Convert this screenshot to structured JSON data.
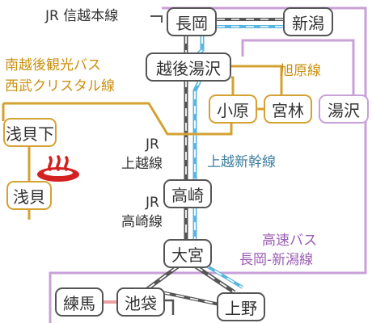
{
  "colors": {
    "jr_line": "#555555",
    "shinkansen": "#5ab6e0",
    "bus_nanetsu": "#d4a233",
    "bus_asahi": "#d4a233",
    "bus_express": "#c9a0d8",
    "link_pink": "#f0a0a0",
    "onsen": "#d42020"
  },
  "icons": {
    "onsen": "hot-spring-icon"
  },
  "stations": {
    "nagaoka": "長岡",
    "niigata": "新潟",
    "echigo_yuzawa": "越後湯沢",
    "obara": "小原",
    "miyabayashi": "宮林",
    "yuzawa": "湯沢",
    "asagaishita": "浅貝下",
    "asagai": "浅貝",
    "takasaki": "高崎",
    "omiya": "大宮",
    "nerima": "練馬",
    "ikebukuro": "池袋",
    "ueno": "上野"
  },
  "lines": {
    "jr_shinetsu": "JR 信越本線",
    "nanetsu_bus_1": "南越後観光バス",
    "nanetsu_bus_2": "西武クリスタル線",
    "asahihara": "旭原線",
    "jr_joetsu_1": "JR",
    "jr_joetsu_2": "上越線",
    "joetsu_shinkansen": "上越新幹線",
    "jr_takasaki_1": "JR",
    "jr_takasaki_2": "高崎線",
    "express_bus_1": "高速バス",
    "express_bus_2": "長岡-新潟線"
  }
}
